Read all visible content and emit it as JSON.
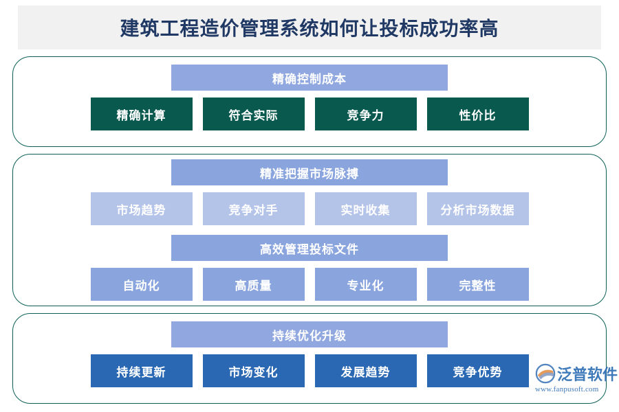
{
  "page": {
    "title": "建筑工程造价管理系统如何让投标成功率高",
    "background": "#ffffff",
    "title_band_color": "#f1f1f1",
    "title_text_color": "#1f3864"
  },
  "panels": [
    {
      "panel_name": "cost-control-panel",
      "border_color": "#0c5f55",
      "groups": [
        {
          "header": "精确控制成本",
          "header_color": "#90a8df",
          "item_color": "#09594f",
          "items": [
            "精确计算",
            "符合实际",
            "竞争力",
            "性价比"
          ]
        }
      ]
    },
    {
      "panel_name": "market-and-documents-panel",
      "border_color": "#0c5f55",
      "groups": [
        {
          "header": "精准把握市场脉搏",
          "header_color": "#8aa5de",
          "item_color": "#b4c3e8",
          "items": [
            "市场趋势",
            "竞争对手",
            "实时收集",
            "分析市场数据"
          ]
        },
        {
          "header": "高效管理投标文件",
          "header_color": "#8aa5de",
          "item_color": "#8aa5de",
          "items": [
            "自动化",
            "高质量",
            "专业化",
            "完整性"
          ]
        }
      ]
    },
    {
      "panel_name": "continuous-optimization-panel",
      "border_color": "#0c5f55",
      "groups": [
        {
          "header": "持续优化升级",
          "header_color": "#90a8df",
          "item_color": "#2a68b3",
          "items": [
            "持续更新",
            "市场变化",
            "发展趋势",
            "竞争优势"
          ]
        }
      ]
    }
  ],
  "watermark": {
    "brand": "泛普软件",
    "url": "www.fanpusoft.com",
    "logo_icon": "fanpu-circle-swoosh-logo-icon",
    "color": "#2f6fb5"
  }
}
